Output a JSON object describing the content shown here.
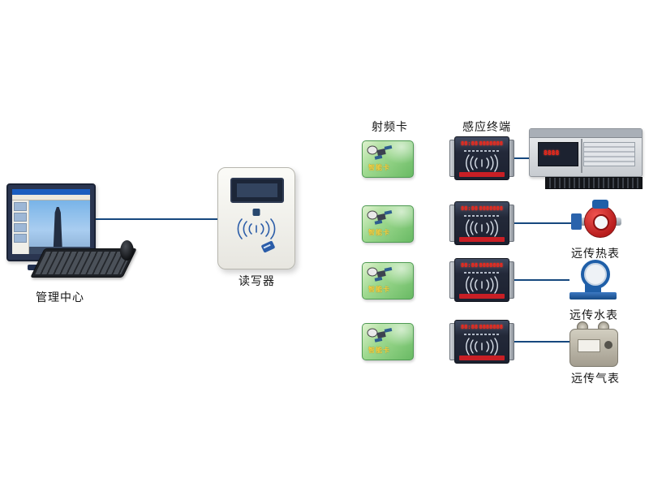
{
  "labels": {
    "management_center": "管理中心",
    "reader": "读写器",
    "rf_card": "射频卡",
    "induction_terminal": "感应终端",
    "heat_meter": "远传热表",
    "water_meter": "远传水表",
    "gas_meter": "远传气表"
  },
  "terminal": {
    "led_left": "88:88",
    "led_right": "8888888"
  },
  "controller": {
    "led": "8888"
  },
  "card": {
    "text": "智能卡"
  },
  "colors": {
    "connector_line": "#16487e",
    "terminal_body": "#232939",
    "terminal_led": "#ff2012",
    "terminal_band": "#c81f25",
    "card_green": "#7cc776",
    "reader_body": "#f4f3ef",
    "heat_meter_red": "#c62828",
    "water_meter_blue": "#1f5fa8",
    "gas_meter_gray": "#b9b3a4"
  }
}
